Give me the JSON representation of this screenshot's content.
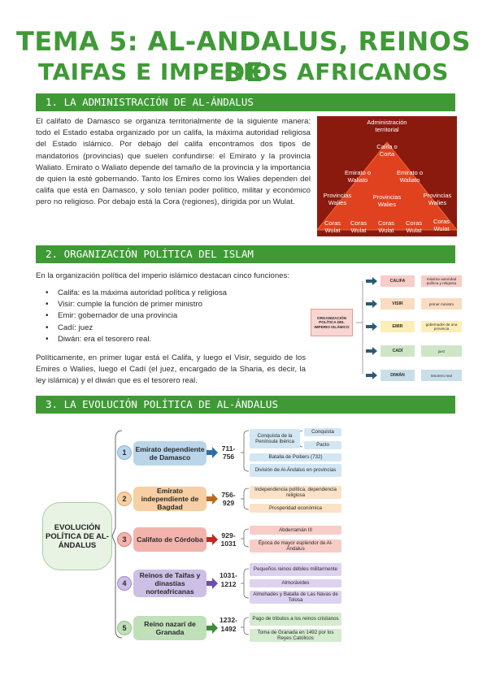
{
  "title": {
    "line1": "TEMA 5: AL-ANDALUS, REINOS DE",
    "line2": "TAIFAS E IMPERIOS AFRICANOS"
  },
  "sections": {
    "s1": {
      "heading": "1. LA ADMINISTRACIÓN DE AL-ÁNDALUS",
      "text": "El califato de Damasco se organiza territorialmente de la siguiente manera: todo el Estado estaba organizado por un califa, la máxima autoridad religiosa del Estado islámico. Por debajo del califa encontramos dos tipos de mandatorios (provincias) que suelen confundirse: el Emirato y la provincia Waliato. Emirato o Waliato depende del tamaño de la provincia y la importancia de quien la esté gobernando. Tanto los Emires como los Walies dependen del califa que está en Damasco, y solo tenían poder político, militar y económico pero no religioso. Por debajo está la Cora (regiones), dirigida por un Wulat."
    },
    "s2": {
      "heading": "2. ORGANIZACIÓN POLÍTICA DEL ISLAM",
      "intro": "En la organización política del imperio islámico destacan cinco funciones:",
      "items": [
        "Califa: es la máxima autoridad política y religiosa",
        "Visir: cumple la función de primer ministro",
        "Emir: gobernador de una provincia",
        "Cadí: juez",
        "Diwán: era el tesorero real."
      ],
      "text": "Políticamente, en primer lugar está el Califa, y luego el Visir, seguido de los Emires o Walíes, luego el Cadí (el juez, encargado de la Sharia, es decir, la ley islámica) y el diwán que es el tesorero real."
    },
    "s3": {
      "heading": "3. LA EVOLUCIÓN POLÍTICA DE AL-ÁNDALUS"
    }
  },
  "pyramid": {
    "top_label": "Administración territorial",
    "califa": "Califa o Corta",
    "emirato1": "Emirato o Waliato",
    "emirato2": "Emirato o Waliato",
    "prov1": "Provincias Walies",
    "prov2": "Provincias Walies",
    "prov3": "Provincias Walies",
    "coras": [
      "Coras Wulat",
      "Coras Wulat",
      "Coras Wulat",
      "Coras Wulat",
      "Coras Wulat"
    ]
  },
  "org": {
    "main": "ORGANIZACIÓN POLÍTICA DEL IMPERIO ISLÁMICO",
    "rows": [
      {
        "role": "CALIFA",
        "desc": "máxima autoridad política y religiosa",
        "color": "#f6cdc8"
      },
      {
        "role": "VISIR",
        "desc": "primer ministro",
        "color": "#fbdcc0"
      },
      {
        "role": "EMIR",
        "desc": "gobernador de una provincia",
        "color": "#fdeeb8"
      },
      {
        "role": "CADÍ",
        "desc": "juez",
        "color": "#cfe6c6"
      },
      {
        "role": "DIWÁN",
        "desc": "tesorero real",
        "color": "#c9dfe8"
      }
    ]
  },
  "evolution": {
    "main": "EVOLUCIÓN POLÍTICA DE AL-ÁNDALUS",
    "steps": [
      {
        "num": "1",
        "name": "Emirato dependiente de Damasco",
        "years": "711-756",
        "color": "#b9d5ea",
        "arrow": "#2f6ea3",
        "details": [
          "Conquista de la Península Ibérica",
          "Batalla de Poitiers (732)",
          "División de Al-Ándalus en provincias"
        ],
        "sub": [
          "Conquista",
          "Pacto"
        ]
      },
      {
        "num": "2",
        "name": "Emirato independiente de Bagdad",
        "years": "756-929",
        "color": "#f6cfa3",
        "arrow": "#b56a1e",
        "details": [
          "Independencia política, dependencia religiosa",
          "Prosperidad económica"
        ]
      },
      {
        "num": "3",
        "name": "Califato de Córdoba",
        "years": "929-1031",
        "color": "#f3b3ad",
        "arrow": "#c4281d",
        "details": [
          "Abderramán III",
          "Época de mayor esplendor de Al-Ándalus"
        ]
      },
      {
        "num": "4",
        "name": "Reinos de Taifas y dinastías norteafricanas",
        "years": "1031-1212",
        "color": "#cdbfe6",
        "arrow": "#6c4fa8",
        "details": [
          "Pequeños reinos débiles militarmente",
          "Almorávides",
          "Almohades y Batalla de Las Navas de Tolosa"
        ]
      },
      {
        "num": "5",
        "name": "Reino nazarí de Granada",
        "years": "1232-1492",
        "color": "#bfe0b8",
        "arrow": "#3f8a38",
        "details": [
          "Pago de tributos a los reinos cristianos",
          "Toma de Granada en 1492 por los Reyes Católicos"
        ]
      }
    ]
  }
}
